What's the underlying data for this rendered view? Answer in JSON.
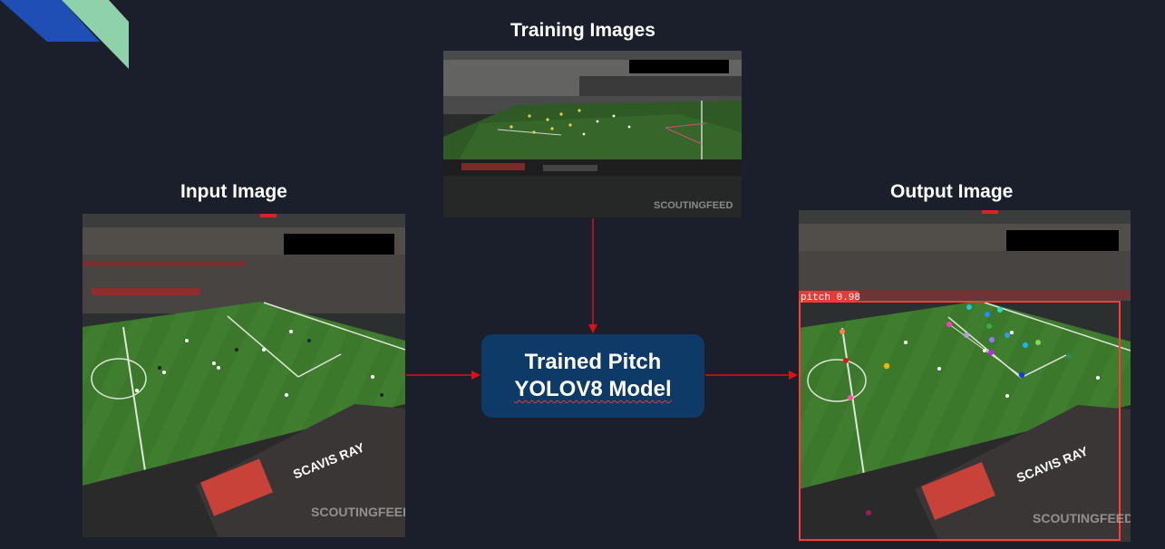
{
  "titles": {
    "training": "Training Images",
    "input": "Input Image",
    "output": "Output Image"
  },
  "model": {
    "line1": "Trained Pitch",
    "line2": "YOLOV8 Model"
  },
  "watermark": "SCOUTINGFEED",
  "ad_board": "SCAVIS RAY",
  "detection_label": "pitch  0.98",
  "colors": {
    "background": "#1b1f2b",
    "model_box": "#0d3a66",
    "arrow": "#e01010",
    "corner_blue": "#1f4fb5",
    "corner_green": "#8fd1ab",
    "pitch_green": "#3f7d2f",
    "detection_box": "#ff3b3b"
  }
}
